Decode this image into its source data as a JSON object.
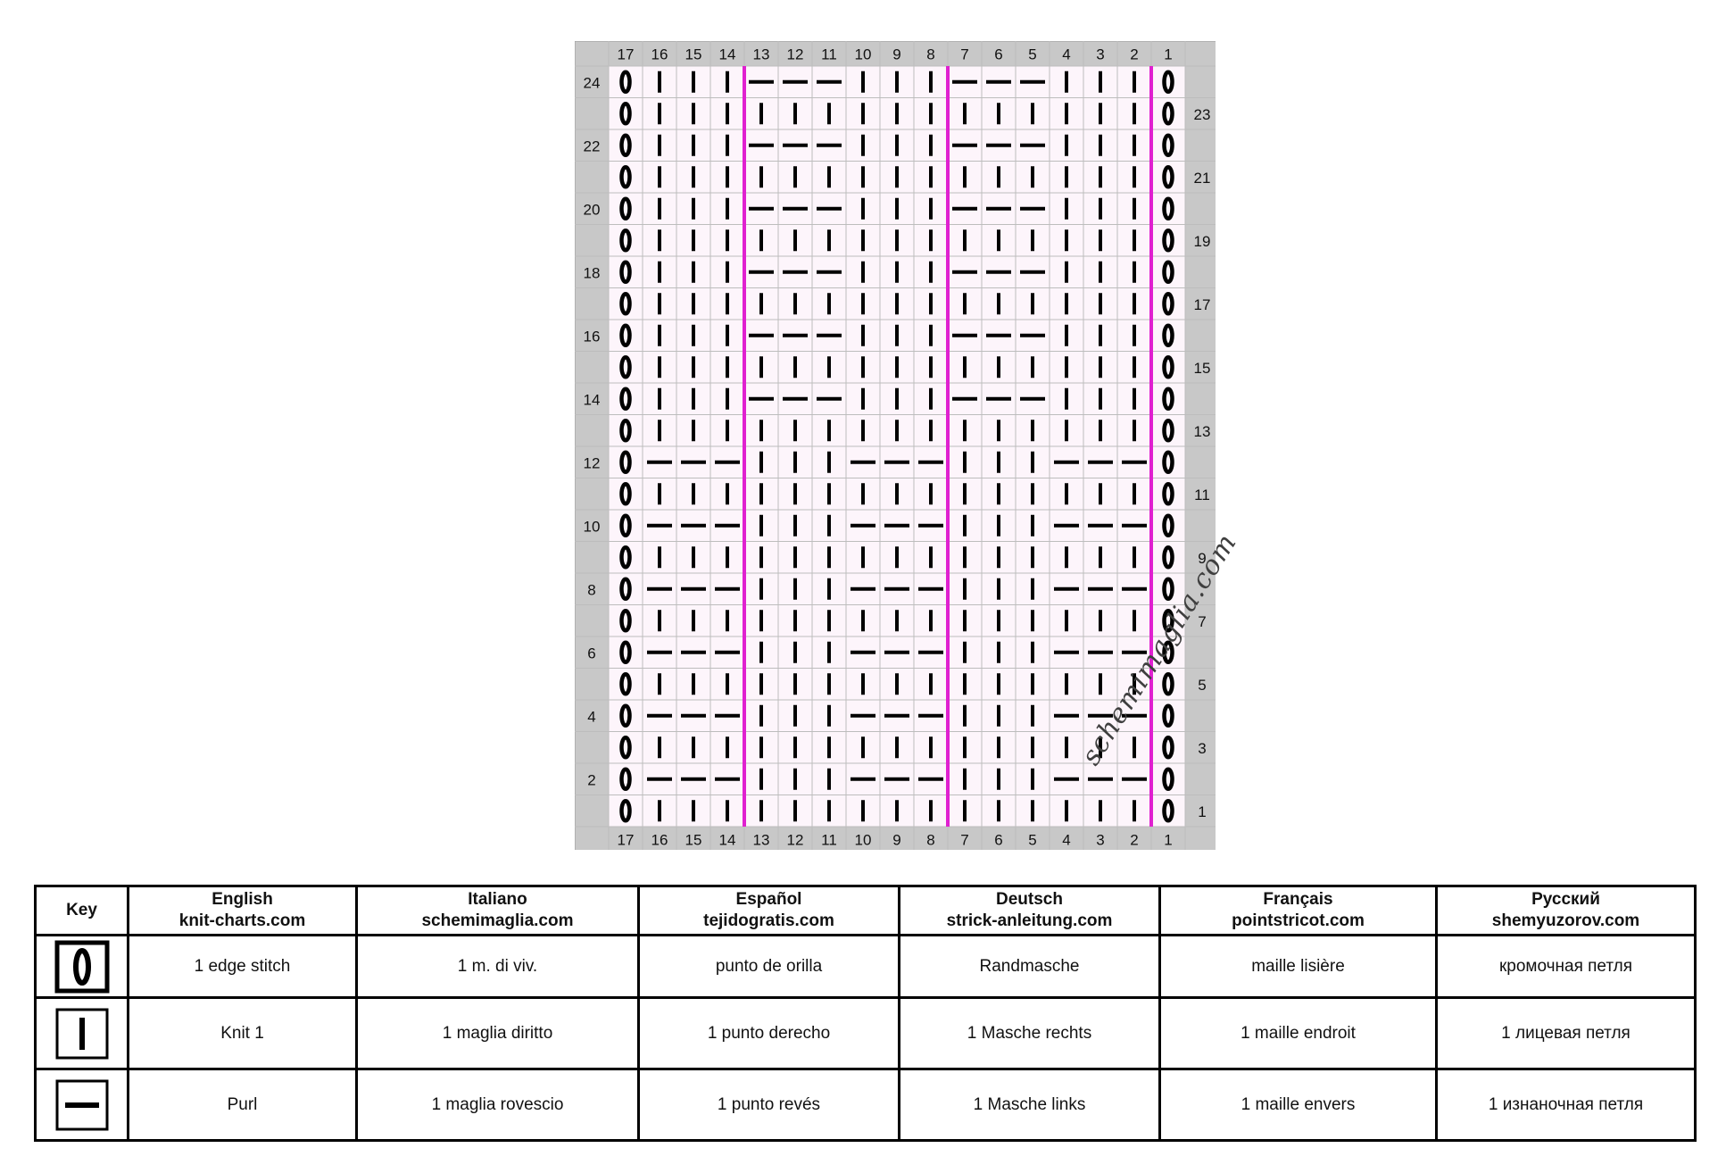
{
  "chart": {
    "columns": [
      17,
      16,
      15,
      14,
      13,
      12,
      11,
      10,
      9,
      8,
      7,
      6,
      5,
      4,
      3,
      2,
      1
    ],
    "rows_count": 24,
    "left_row_labels": [
      24,
      22,
      20,
      18,
      16,
      14,
      12,
      10,
      8,
      6,
      4,
      2
    ],
    "right_row_labels": [
      23,
      21,
      19,
      17,
      15,
      13,
      11,
      9,
      7,
      5,
      3,
      1
    ],
    "rows": {
      "24": "EKKKPPPKKKPPPKKKE",
      "23": "EKKKKKKKKKKKKKKKE",
      "22": "EKKKPPPKKKPPPKKKE",
      "21": "EKKKKKKKKKKKKKKKE",
      "20": "EKKKPPPKKKPPPKKKE",
      "19": "EKKKKKKKKKKKKKKKE",
      "18": "EKKKPPPKKKPPPKKKE",
      "17": "EKKKKKKKKKKKKKKKE",
      "16": "EKKKPPPKKKPPPKKKE",
      "15": "EKKKKKKKKKKKKKKKE",
      "14": "EKKKPPPKKKPPPKKKE",
      "13": "EKKKKKKKKKKKKKKKE",
      "12": "EPPPKKKPPPKKKPPPE",
      "11": "EKKKKKKKKKKKKKKKE",
      "10": "EPPPKKKPPPKKKPPPE",
      "9": "EKKKKKKKKKKKKKKKE",
      "8": "EPPPKKKPPPKKKPPPE",
      "7": "EKKKKKKKKKKKKKKKE",
      "6": "EPPPKKKPPPKKKPPPE",
      "5": "EKKKKKKKKKKKKKKKE",
      "4": "EPPPKKKPPPKKKPPPE",
      "3": "EKKKKKKKKKKKKKKKE",
      "2": "EPPPKKKPPPKKKPPPE",
      "1": "EKKKKKKKKKKKKKKKE"
    },
    "repeat_line_after_columns": [
      14,
      8,
      2
    ],
    "colors": {
      "frame": "#c8c8c8",
      "grid": "#bdbdbd",
      "cell_fill": "#fdf5fb",
      "repeat_line": "#e020d0",
      "symbol": "#000000"
    }
  },
  "watermark": "schemimaglia.com",
  "legend": {
    "headers": [
      {
        "title": "Key",
        "site": ""
      },
      {
        "title": "English",
        "site": "knit-charts.com"
      },
      {
        "title": "Italiano",
        "site": "schemimaglia.com"
      },
      {
        "title": "Español",
        "site": "tejidogratis.com"
      },
      {
        "title": "Deutsch",
        "site": "strick-anleitung.com"
      },
      {
        "title": "Français",
        "site": "pointstricot.com"
      },
      {
        "title": "Русский",
        "site": "shemyuzorov.com"
      }
    ],
    "rows": [
      {
        "icon": "edge-stitch-icon",
        "text": [
          "1 edge stitch",
          "1 m. di viv.",
          "punto de orilla",
          "Randmasche",
          "maille lisière",
          "кромочная петля"
        ]
      },
      {
        "icon": "knit-icon",
        "text": [
          "Knit 1",
          "1 maglia diritto",
          "1 punto derecho",
          "1 Masche rechts",
          "1 maille endroit",
          "1 лицевая петля"
        ]
      },
      {
        "icon": "purl-icon",
        "text": [
          "Purl",
          "1 maglia rovescio",
          "1 punto revés",
          "1 Masche links",
          "1 maille envers",
          "1 изнаночная петля"
        ]
      }
    ]
  }
}
